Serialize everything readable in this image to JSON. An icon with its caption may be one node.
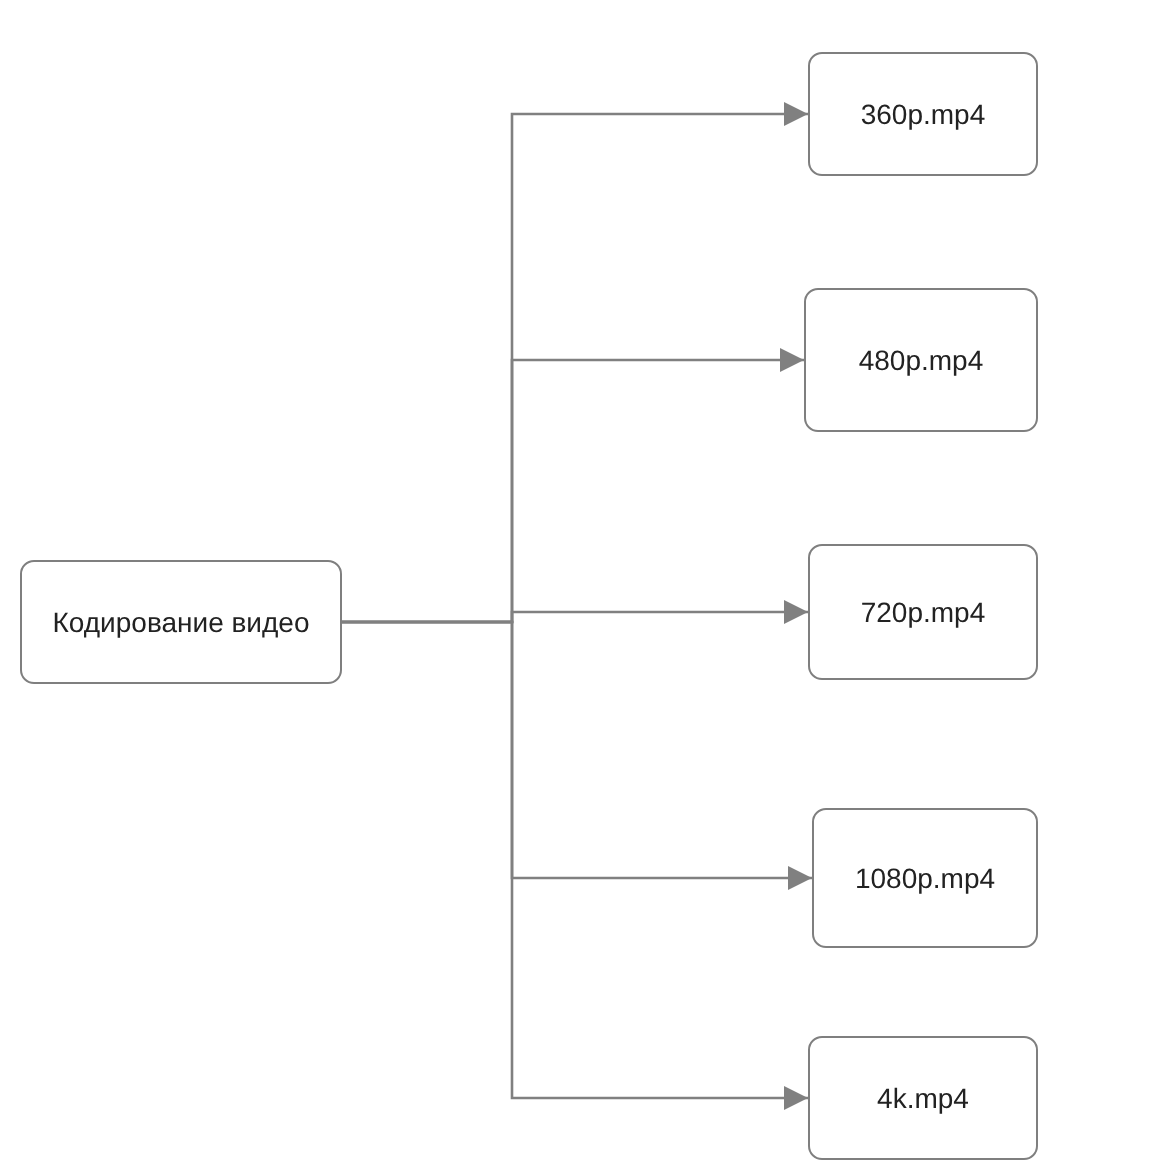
{
  "diagram": {
    "nodes": [
      {
        "text": [
          "Кодирование видео"
        ]
      },
      {
        "text": [
          "360p.mp4"
        ]
      },
      {
        "text": [
          "480p.mp4"
        ]
      },
      {
        "text": [
          "720p.mp4"
        ]
      },
      {
        "text": [
          "1080p.mp4"
        ]
      },
      {
        "text": [
          "4k.mp4"
        ]
      }
    ],
    "edges": [
      {
        "from": 0,
        "to": 1,
        "arrow": "to"
      },
      {
        "from": 0,
        "to": 2,
        "arrow": "to"
      },
      {
        "from": 0,
        "to": 3,
        "arrow": "to"
      },
      {
        "from": 0,
        "to": 4,
        "arrow": "to"
      },
      {
        "from": 0,
        "to": 5,
        "arrow": "to"
      }
    ]
  }
}
